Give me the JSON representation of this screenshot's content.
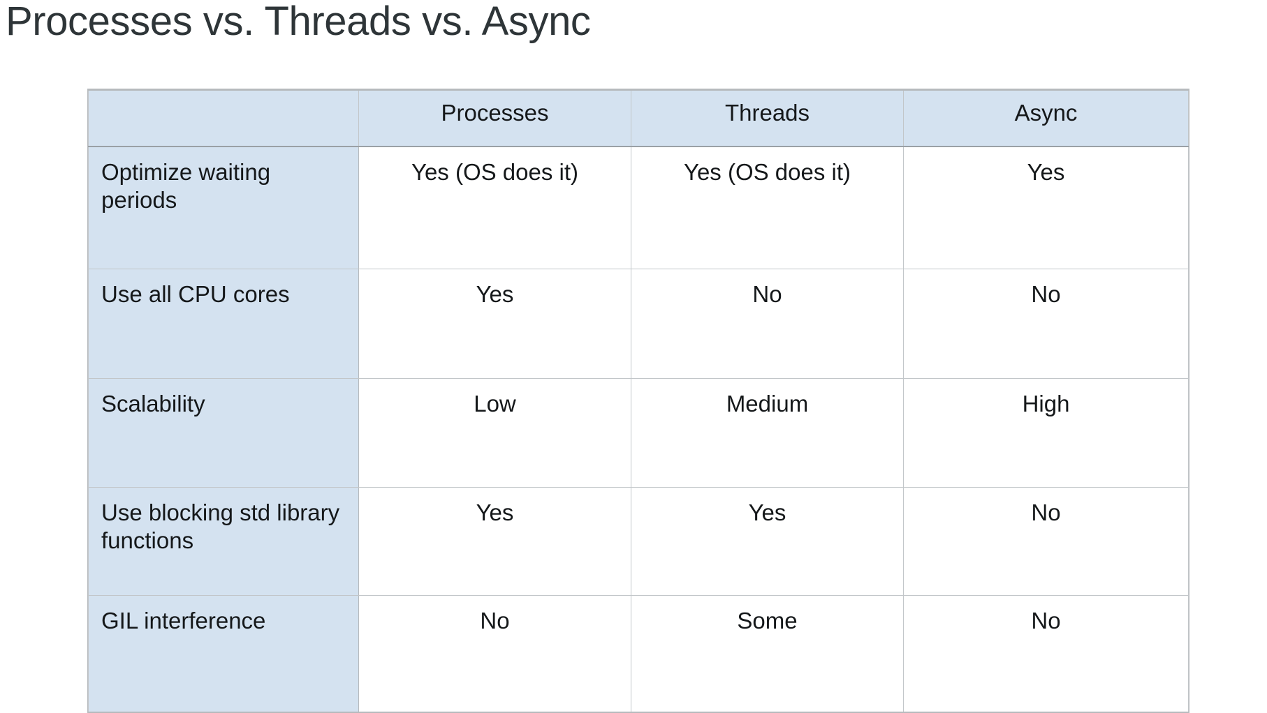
{
  "slide": {
    "title": "Processes vs. Threads vs. Async"
  },
  "table": {
    "columns": [
      "",
      "Processes",
      "Threads",
      "Async"
    ],
    "rows": [
      {
        "label": "Optimize waiting periods",
        "values": [
          "Yes (OS does it)",
          "Yes (OS does it)",
          "Yes"
        ]
      },
      {
        "label": "Use all CPU cores",
        "values": [
          "Yes",
          "No",
          "No"
        ]
      },
      {
        "label": "Scalability",
        "values": [
          "Low",
          "Medium",
          "High"
        ]
      },
      {
        "label": "Use blocking std library functions",
        "values": [
          "Yes",
          "Yes",
          "No"
        ]
      },
      {
        "label": "GIL interference",
        "values": [
          "No",
          "Some",
          "No"
        ]
      }
    ]
  },
  "colors": {
    "header_fill": "#d4e2f0",
    "label_fill": "#d4e2f0",
    "cell_fill": "#ffffff",
    "border": "#c2c6c9",
    "header_rule": "#9aa0a5",
    "title_text": "#2e3538",
    "body_text": "#15181a",
    "background": "#ffffff"
  }
}
